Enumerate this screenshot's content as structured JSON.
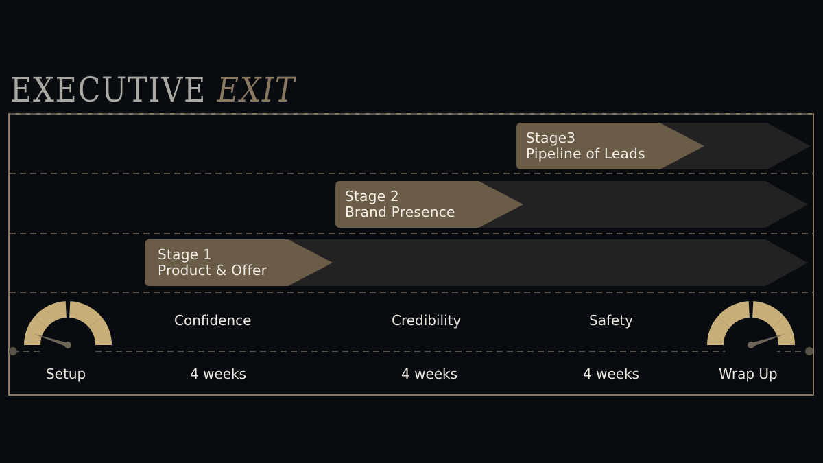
{
  "title": {
    "word1": "EXECUTIVE",
    "word2": "EXIT"
  },
  "stages": [
    {
      "line1": "Stage 1",
      "line2": "Product & Offer"
    },
    {
      "line1": "Stage 2",
      "line2": "Brand Presence"
    },
    {
      "line1": "Stage3",
      "line2": "Pipeline of Leads"
    }
  ],
  "milestones": [
    "Confidence",
    "Credibility",
    "Safety"
  ],
  "timeline": [
    "Setup",
    "4 weeks",
    "4 weeks",
    "4 weeks",
    "Wrap Up"
  ],
  "gauges": [
    {
      "name": "start-gauge",
      "level": 0.1
    },
    {
      "name": "end-gauge",
      "level": 0.9
    }
  ],
  "colors": {
    "background": "#080b10",
    "frame": "#8c7a5c",
    "stage_arrow": "#6b5c48",
    "track_arrow": "#222223",
    "gauge": "#c8ae78",
    "needle": "#6e6558",
    "divider": "#5a5247"
  }
}
